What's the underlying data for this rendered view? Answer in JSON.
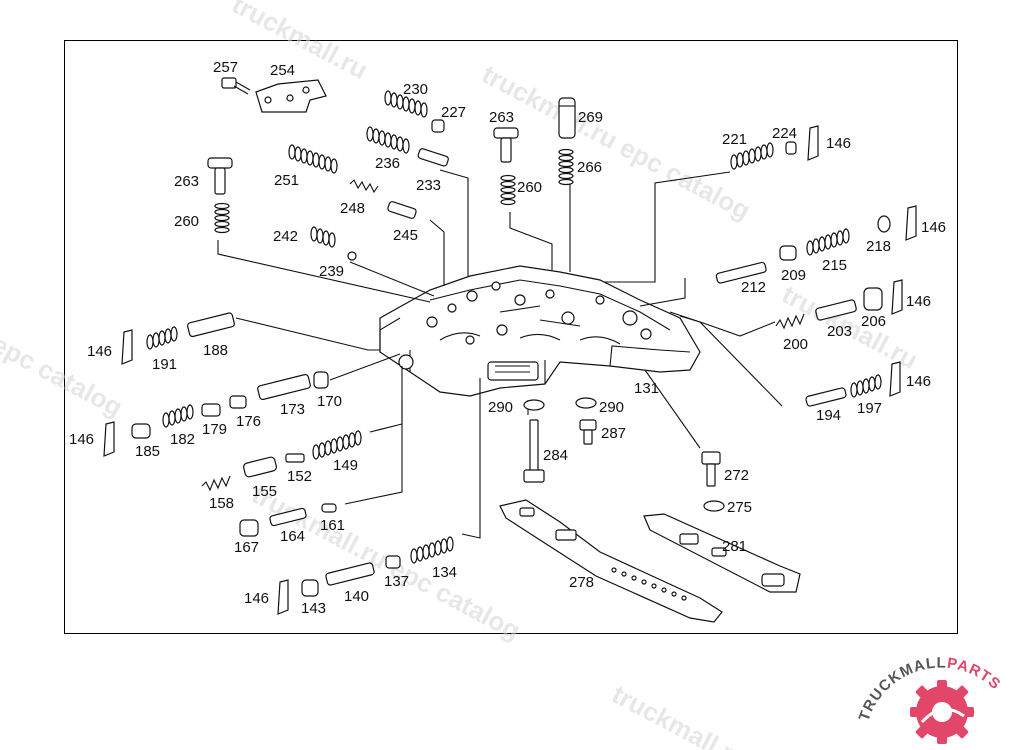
{
  "watermark": {
    "text_primary": "truckmall.ru epc catalog",
    "text_secondary": "truckmall.ru",
    "text_tertiary": "epc catalog"
  },
  "logo": {
    "brand_main": "TRUCKMALL",
    "brand_accent": "PARTS",
    "accent_color": "#e2476a",
    "main_color": "#555555",
    "icon": "gear-icon"
  },
  "callouts": {
    "p257": "257",
    "p254": "254",
    "p230": "230",
    "p227": "227",
    "p263a": "263",
    "p269": "269",
    "p236": "236",
    "p266": "266",
    "p251": "251",
    "p233": "233",
    "p260a": "260",
    "p263b": "263",
    "p248": "248",
    "p221": "221",
    "p224": "224",
    "p146a": "146",
    "p260b": "260",
    "p242": "242",
    "p245": "245",
    "p146b": "146",
    "p218": "218",
    "p239": "239",
    "p215": "215",
    "p209": "209",
    "p212": "212",
    "p146c": "146",
    "p206": "206",
    "p203": "203",
    "p200": "200",
    "p146d": "146",
    "p191": "191",
    "p188": "188",
    "p131": "131",
    "p146e": "146",
    "p197": "197",
    "p194": "194",
    "p170": "170",
    "p173": "173",
    "p290a": "290",
    "p290b": "290",
    "p176": "176",
    "p179": "179",
    "p182": "182",
    "p287": "287",
    "p146f": "146",
    "p185": "185",
    "p149": "149",
    "p284": "284",
    "p272": "272",
    "p152": "152",
    "p155": "155",
    "p158": "158",
    "p275": "275",
    "p161": "161",
    "p164": "164",
    "p167": "167",
    "p281": "281",
    "p134": "134",
    "p137": "137",
    "p140": "140",
    "p146g": "146",
    "p143": "143",
    "p278": "278"
  }
}
